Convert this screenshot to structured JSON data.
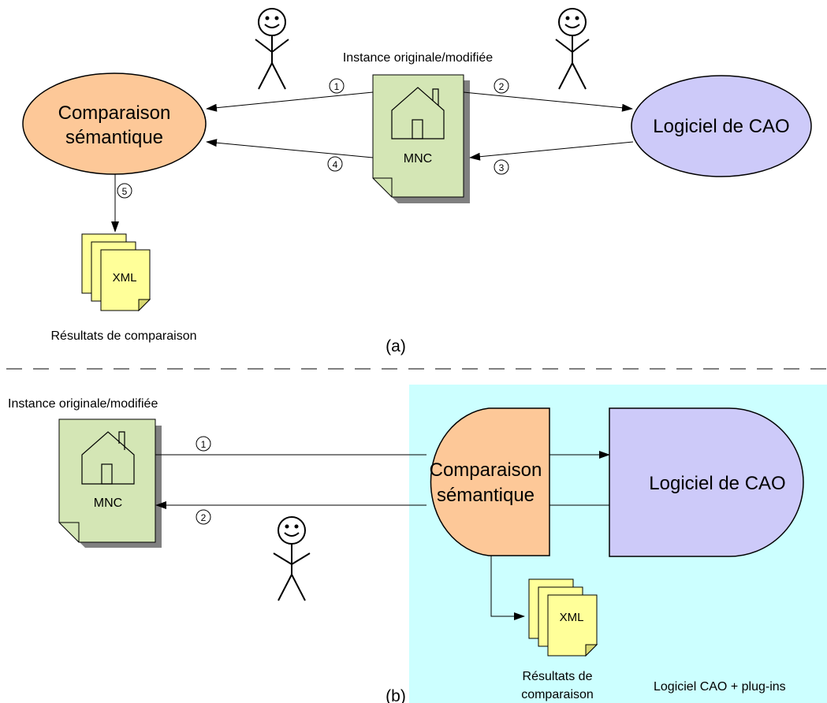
{
  "top": {
    "semantic_comparison": {
      "line1": "Comparaison",
      "line2": "sémantique"
    },
    "cad_software": "Logiciel de CAO",
    "instance_label": "Instance originale/modifiée",
    "document_label": "MNC",
    "xml_label": "XML",
    "results_label": "Résultats de comparaison",
    "caption": "(a)",
    "steps": [
      "1",
      "2",
      "3",
      "4",
      "5"
    ]
  },
  "bottom": {
    "instance_label": "Instance originale/modifiée",
    "document_label": "MNC",
    "semantic_comparison": {
      "line1": "Comparaison",
      "line2": "sémantique"
    },
    "cad_software": "Logiciel de CAO",
    "xml_label": "XML",
    "results_label": {
      "line1": "Résultats de",
      "line2": "comparaison"
    },
    "plugin_label": "Logiciel CAO + plug-ins",
    "caption": "(b)",
    "steps": [
      "1",
      "2"
    ]
  },
  "colors": {
    "comparison_fill": "#fdc898",
    "cad_fill": "#cdcaf9",
    "document_fill": "#d4e6b5",
    "xml_fill": "#ffff99",
    "plugin_region": "#ccffff",
    "shadow": "#808080"
  }
}
